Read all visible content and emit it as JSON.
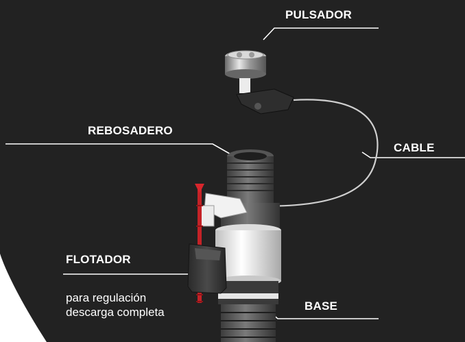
{
  "labels": {
    "pulsador": "PULSADOR",
    "rebosadero": "REBOSADERO",
    "cable": "CABLE",
    "flotador": "FLOTADOR",
    "base": "BASE"
  },
  "flotador_description": {
    "line1": "para regulación",
    "line2": "descarga completa"
  },
  "colors": {
    "background": "#222222",
    "text": "#ffffff",
    "outer": "#ffffff",
    "accent_red": "#c42227"
  }
}
